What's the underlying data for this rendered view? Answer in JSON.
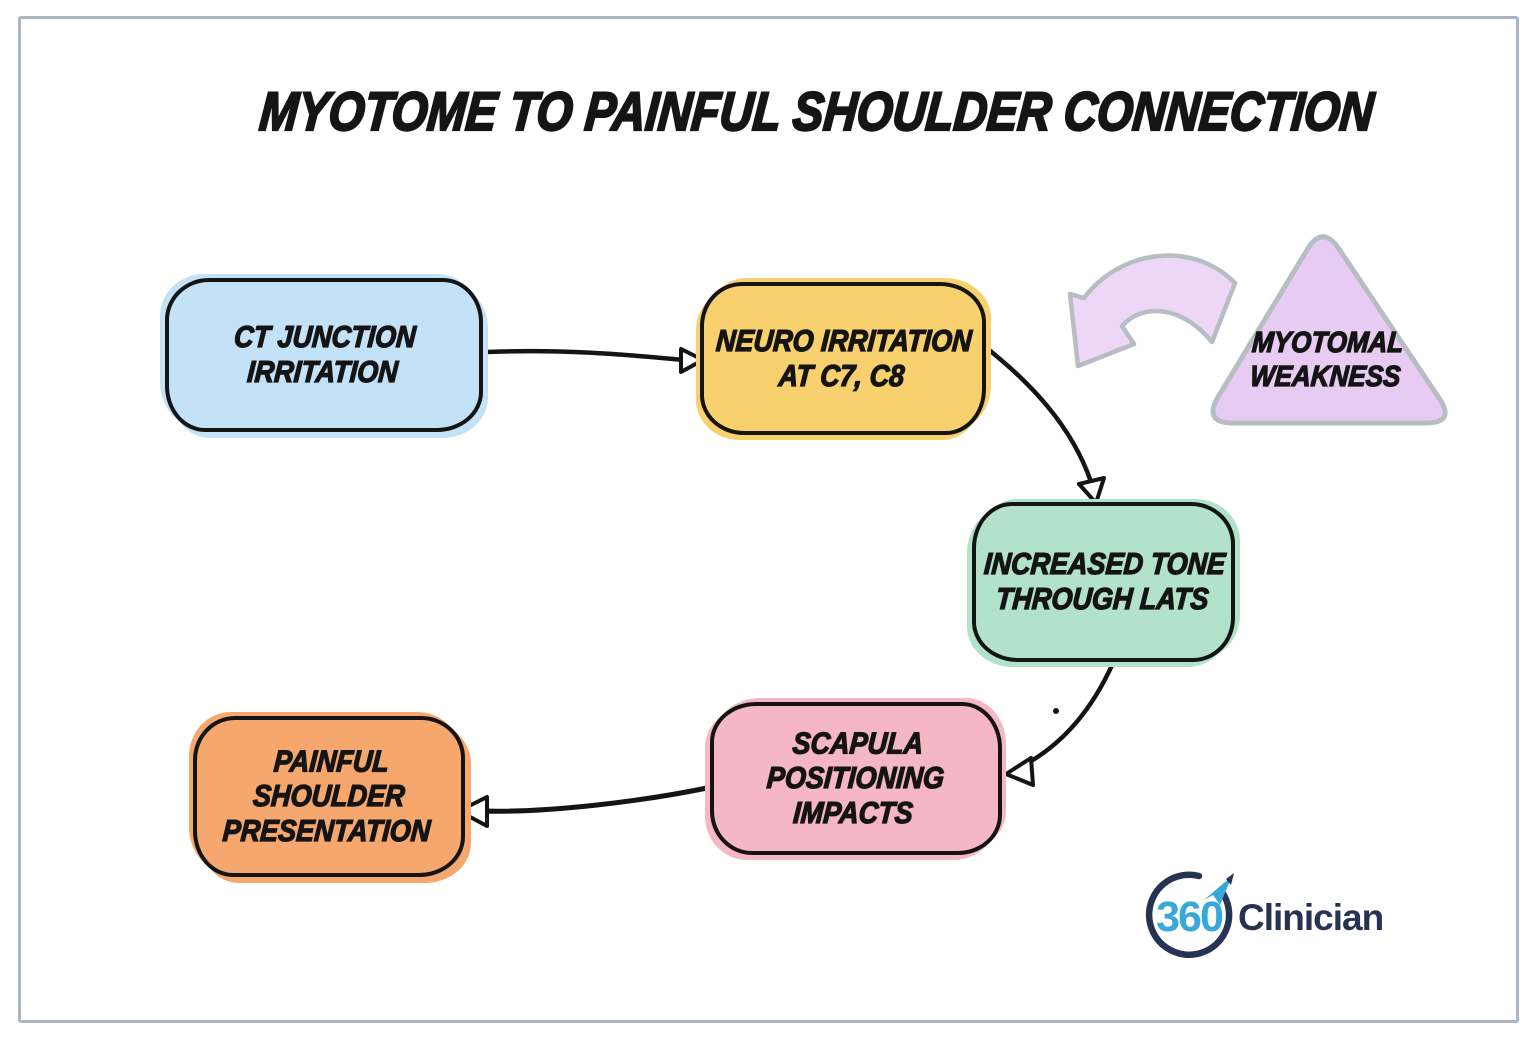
{
  "title": "MYOTOME TO PAINFUL SHOULDER CONNECTION",
  "nodes": [
    {
      "id": "ct-junction-irritation",
      "label": "CT Junction\nIrritation",
      "shape": "rounded-rect",
      "fill": "#c3e2f8"
    },
    {
      "id": "neuro-irritation-c7-c8",
      "label": "Neuro Irritation\nat C7, C8",
      "shape": "rounded-rect",
      "fill": "#f8d06d"
    },
    {
      "id": "increased-tone-through-lats",
      "label": "Increased Tone\nThrough Lats",
      "shape": "rounded-rect",
      "fill": "#b2e2ca"
    },
    {
      "id": "scapula-positioning-impacts",
      "label": "Scapula\nPositioning\nImpacts",
      "shape": "rounded-rect",
      "fill": "#f5b6c6"
    },
    {
      "id": "painful-shoulder-presentation",
      "label": "Painful Shoulder\nPresentation",
      "shape": "rounded-rect",
      "fill": "#f5a76d"
    },
    {
      "id": "myotomal-weakness",
      "label": "Myotomal\nWeakness",
      "shape": "triangle",
      "fill": "#e8cbf2",
      "outline": "#b6bdc3"
    }
  ],
  "edges": [
    {
      "from": "ct-junction-irritation",
      "to": "neuro-irritation-c7-c8",
      "style": "thin-black-open-arrow"
    },
    {
      "from": "neuro-irritation-c7-c8",
      "to": "increased-tone-through-lats",
      "style": "thin-black-open-arrow"
    },
    {
      "from": "increased-tone-through-lats",
      "to": "scapula-positioning-impacts",
      "style": "thin-black-open-arrow"
    },
    {
      "from": "scapula-positioning-impacts",
      "to": "painful-shoulder-presentation",
      "style": "thin-black-open-arrow"
    },
    {
      "from": "myotomal-weakness",
      "to": "neuro-irritation-c7-c8",
      "style": "thick-purple-swoosh"
    }
  ],
  "logo": {
    "badge": "360",
    "name": "Clinician",
    "accent": "#38a8da",
    "navy": "#263352"
  },
  "colors": {
    "edge_stroke": "#141414",
    "triangle_outline": "#b6bdc3",
    "purple_arrow_fill": "#eed6f6",
    "frame": "#aab6c2",
    "background": "#ffffff"
  }
}
